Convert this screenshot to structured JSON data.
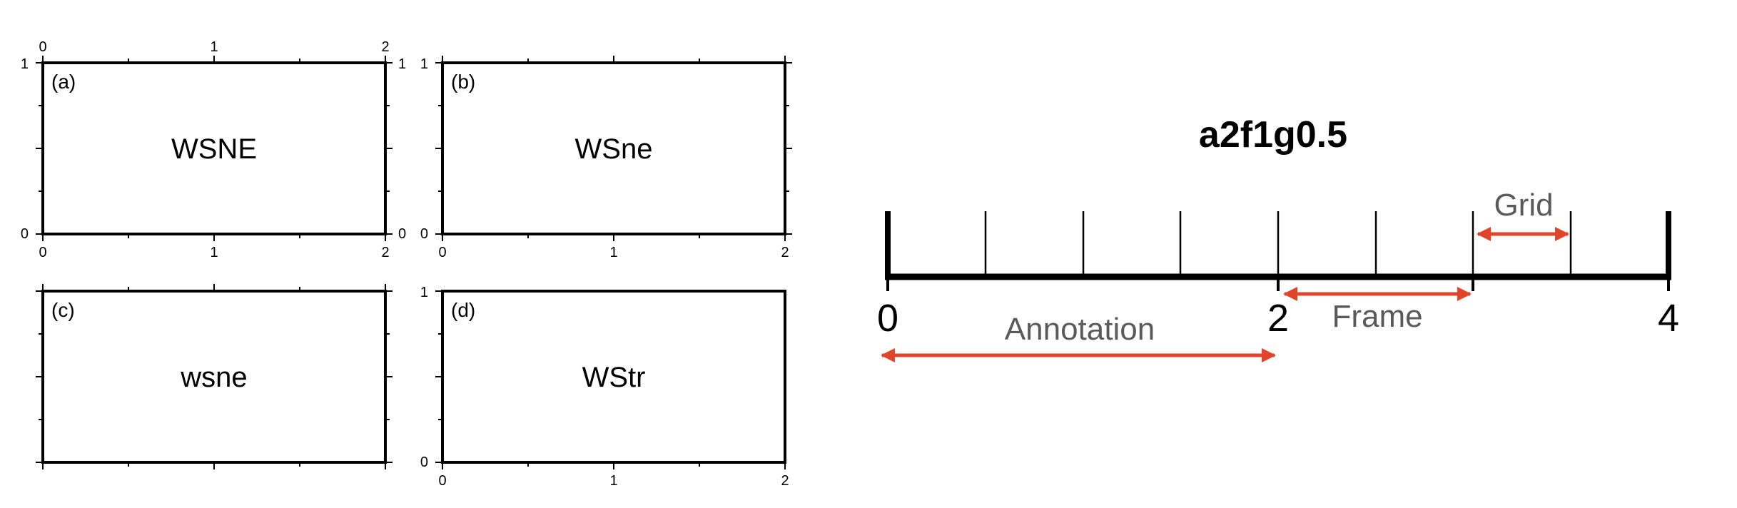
{
  "panels": [
    {
      "letter": "(a)",
      "code": "WSNE",
      "left_labels": [
        "0",
        "1"
      ],
      "right_labels": [
        "0",
        "1"
      ],
      "bottom_labels": [
        "0",
        "1",
        "2"
      ],
      "top_labels": [
        "0",
        "1",
        "2"
      ]
    },
    {
      "letter": "(b)",
      "code": "WSne",
      "left_labels": [
        "0",
        "1"
      ],
      "right_labels": [],
      "bottom_labels": [
        "0",
        "1",
        "2"
      ],
      "top_labels": []
    },
    {
      "letter": "(c)",
      "code": "wsne",
      "left_labels": [],
      "right_labels": [],
      "bottom_labels": [],
      "top_labels": []
    },
    {
      "letter": "(d)",
      "code": "WStr",
      "left_labels": [
        "0",
        "1"
      ],
      "right_labels": [],
      "bottom_labels": [
        "0",
        "1",
        "2"
      ],
      "top_labels": []
    }
  ],
  "axis_demo": {
    "title": "a2f1g0.5",
    "annotations": [
      "0",
      "2",
      "4"
    ],
    "annotation_label": "Annotation",
    "frame_label": "Frame",
    "grid_label": "Grid",
    "arrow_color": "#e0442b"
  }
}
